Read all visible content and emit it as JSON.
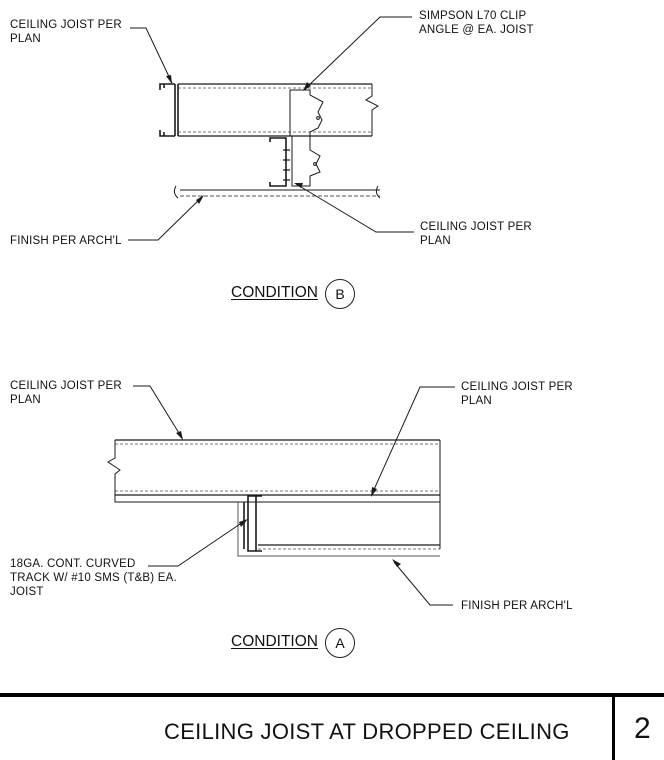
{
  "condition_b": {
    "label": "CONDITION",
    "letter": "B",
    "notes": {
      "joist_top_left": [
        "CEILING JOIST PER",
        "PLAN"
      ],
      "clip_angle": [
        "SIMPSON L70 CLIP",
        "ANGLE @ EA. JOIST"
      ],
      "finish": [
        "FINISH PER ARCH'L"
      ],
      "joist_lower": [
        "CEILING JOIST PER",
        "PLAN"
      ]
    }
  },
  "condition_a": {
    "label": "CONDITION",
    "letter": "A",
    "notes": {
      "joist_upper_left": [
        "CEILING JOIST PER",
        "PLAN"
      ],
      "joist_upper_right": [
        "CEILING JOIST PER",
        "PLAN"
      ],
      "track": [
        "18GA. CONT. CURVED",
        "TRACK W/ #10 SMS (T&B) EA.",
        "JOIST"
      ],
      "finish": [
        "FINISH PER ARCH'L"
      ]
    }
  },
  "title_block": {
    "title": "CEILING JOIST AT DROPPED CEILING",
    "sheet_number": "2"
  }
}
